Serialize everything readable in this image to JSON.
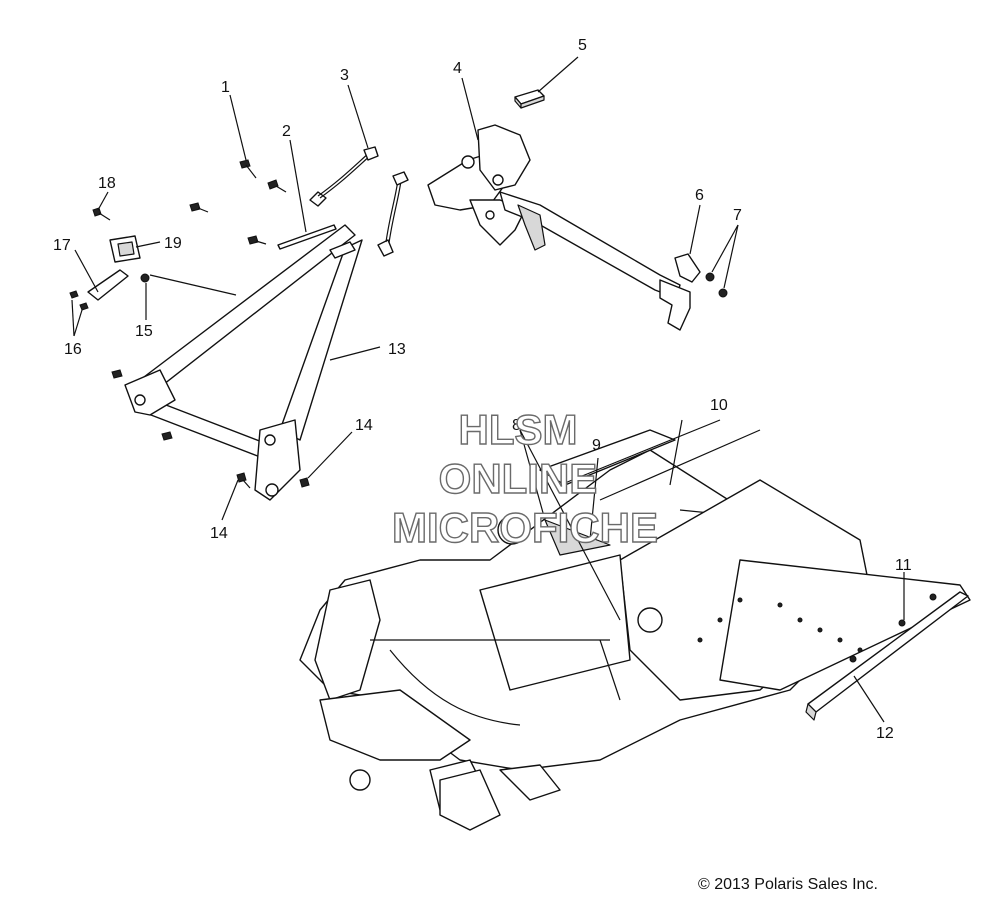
{
  "diagram": {
    "callouts": [
      "1",
      "2",
      "3",
      "4",
      "5",
      "6",
      "7",
      "8",
      "9",
      "10",
      "11",
      "12",
      "13",
      "14",
      "14",
      "15",
      "16",
      "17",
      "18",
      "19"
    ],
    "watermark": [
      "HLSM",
      "ONLINE",
      "MICROFICHE"
    ],
    "copyright": "© 2013 Polaris Sales Inc."
  }
}
